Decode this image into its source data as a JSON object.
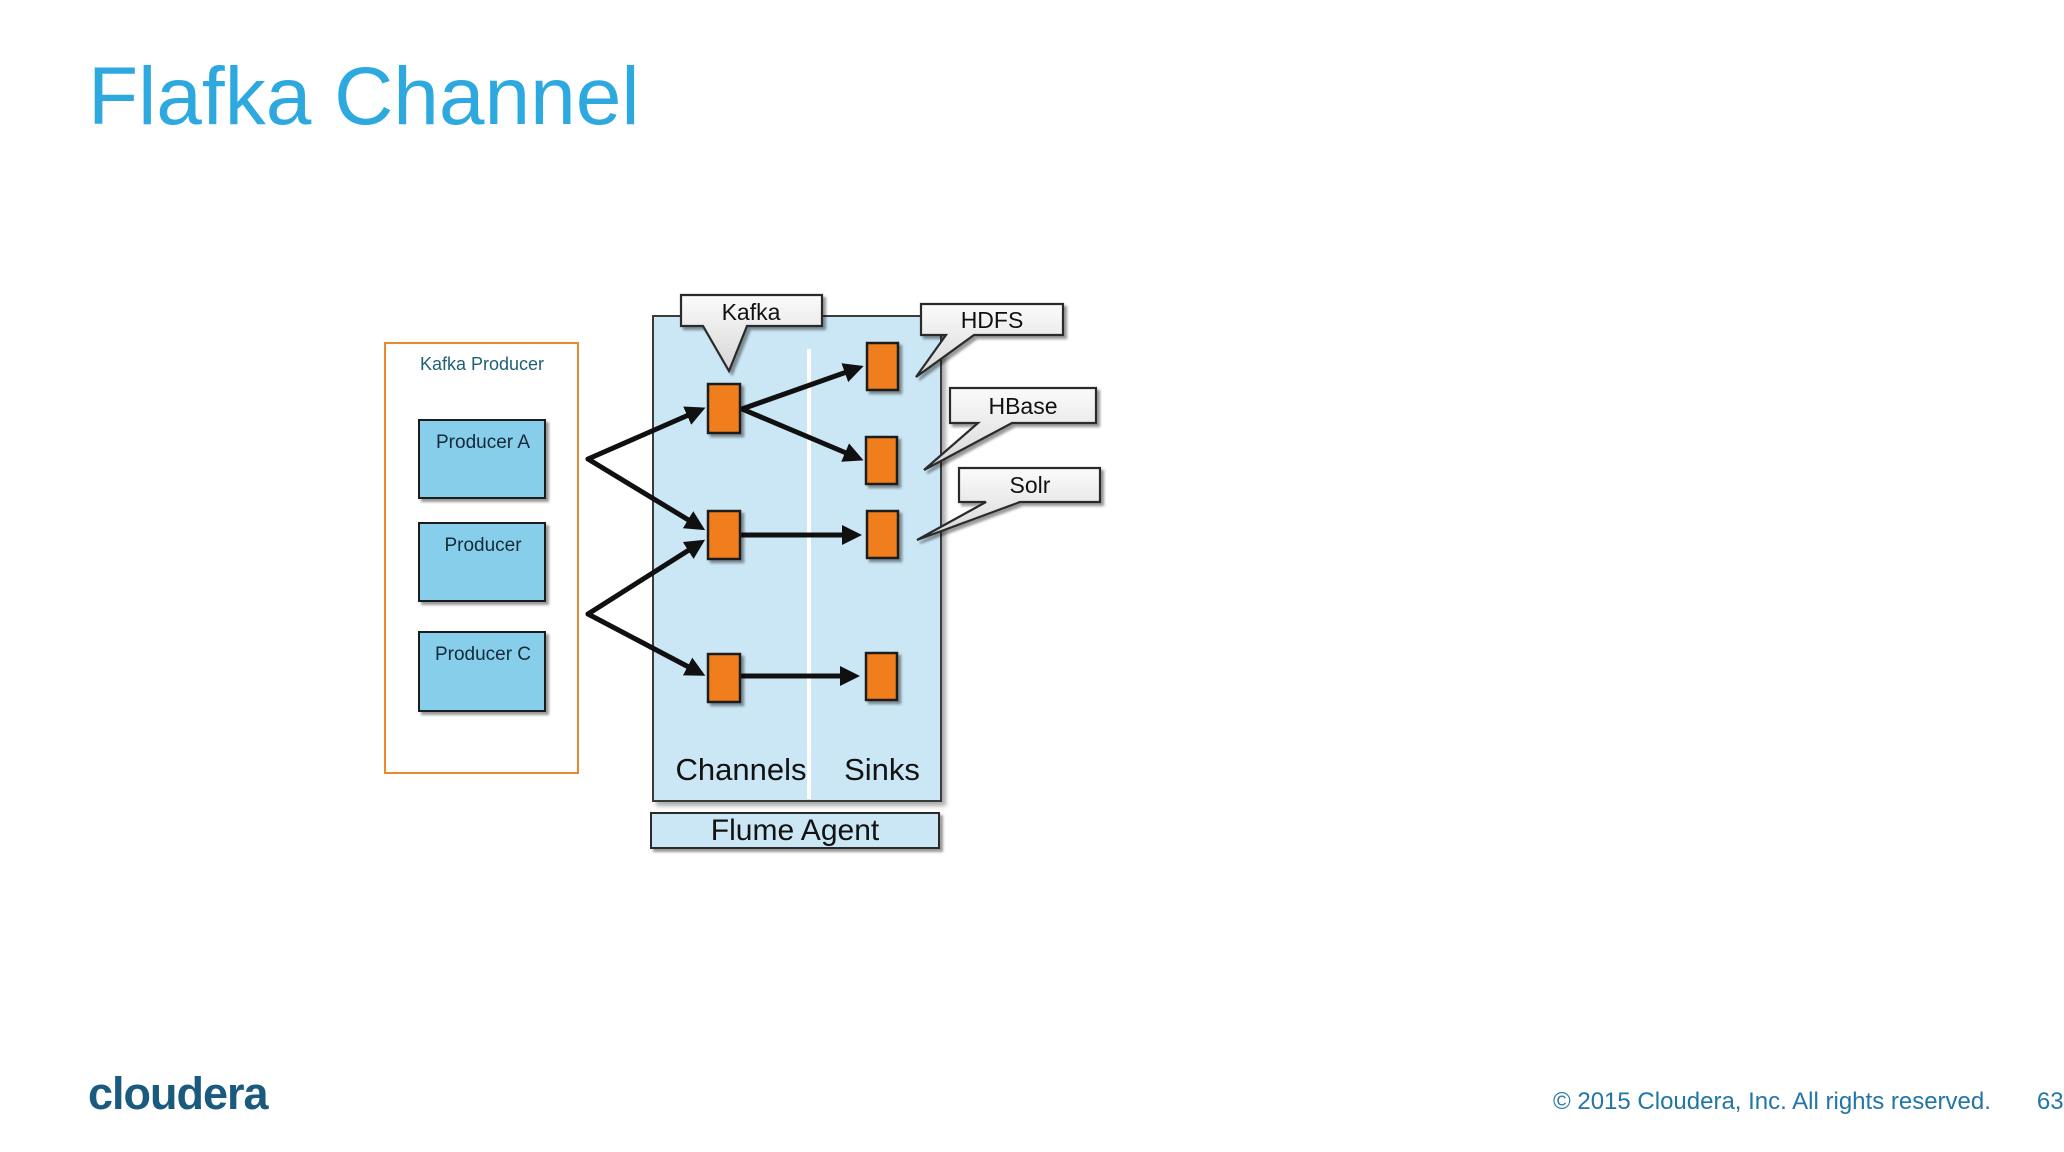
{
  "title": "Flafka Channel",
  "diagram": {
    "producer_group": {
      "title": "Kafka Producer",
      "producers": [
        "Producer A",
        "Producer",
        "Producer C"
      ]
    },
    "flume_agent": {
      "label": "Flume Agent",
      "columns": [
        "Channels",
        "Sinks"
      ],
      "channel_count": 3,
      "sink_count": 4
    },
    "callouts": [
      "Kafka",
      "HDFS",
      "HBase",
      "Solr"
    ]
  },
  "footer": {
    "logo": "cloudera",
    "copyright": "© 2015 Cloudera, Inc. All rights reserved.",
    "page": "63"
  },
  "colors": {
    "title-blue": "#2EA9E0",
    "panel-blue": "#CBE7F5",
    "producer-blue": "#86CEEA",
    "accent-orange": "#F07E1A",
    "group-border-orange": "#E8892D",
    "producer-group-title": "#1E6175",
    "callout-grey": "#DDDDDD",
    "arrow-black": "#101010",
    "logo-blue": "#1A5A7E",
    "footer-blue": "#2176A6"
  }
}
